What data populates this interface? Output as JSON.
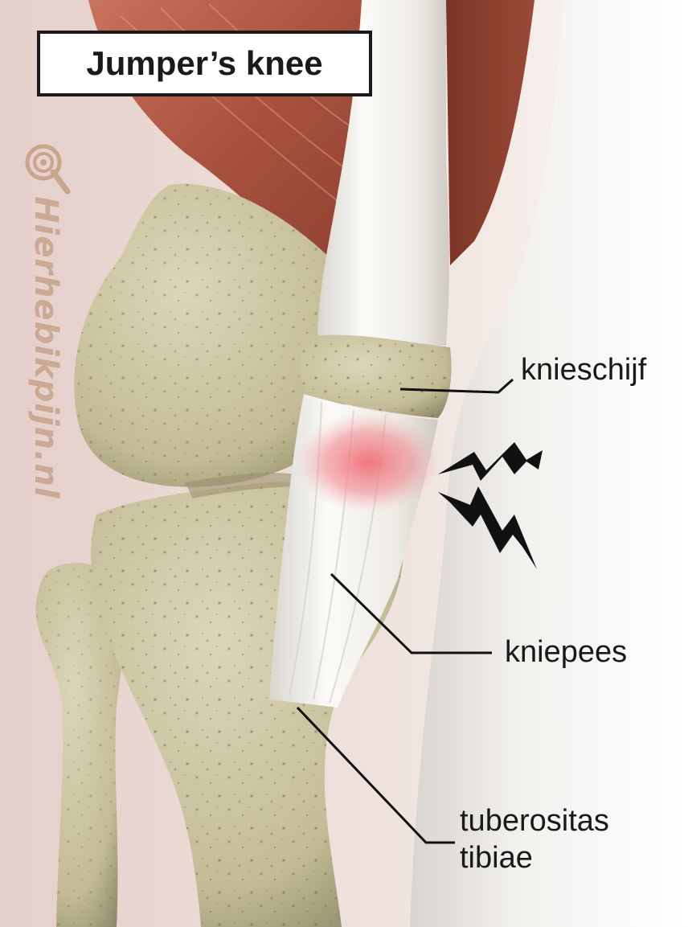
{
  "title": "Jumper’s knee",
  "watermark": {
    "text": "Hierhebikpijn.nl",
    "icon": "target-magnifier-logo"
  },
  "labels": {
    "knieschijf": "knieschijf",
    "kniepees": "kniepees",
    "tuberositas_line1": "tuberositas",
    "tuberositas_line2": "tibiae"
  },
  "colors": {
    "bone": "#cfc8a6",
    "tendon": "#f1efe9",
    "muscle": "#b5604a",
    "inflammation": "#ef7f86",
    "background_left": "#e8d6d0",
    "background_right": "#f8f6f3"
  },
  "icons": {
    "pain": "lightning-pain-icon"
  }
}
